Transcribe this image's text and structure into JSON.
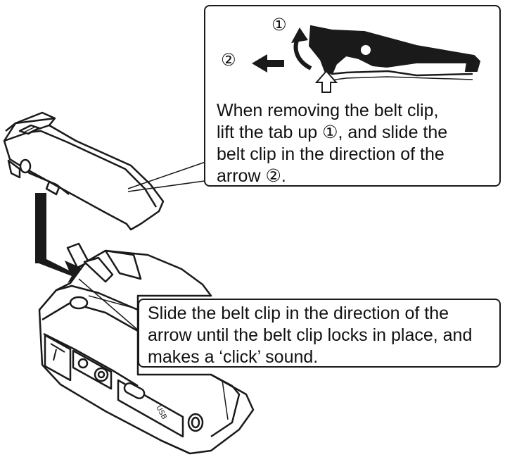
{
  "step1_marker": "①",
  "step2_marker": "②",
  "removal_note": {
    "lines": [
      "When removing the belt clip,",
      "lift the tab up ①, and slide the",
      "belt clip in the direction of the",
      "arrow ②."
    ]
  },
  "attach_note": {
    "lines": [
      "Slide the belt clip in the direction of the",
      "arrow until the belt clip locks in place, and",
      "makes a ‘click’ sound."
    ]
  },
  "device_port_label": "USB",
  "colors": {
    "ink": "#1a1a1a",
    "paper": "#ffffff",
    "shade": "#e6e6e6"
  }
}
